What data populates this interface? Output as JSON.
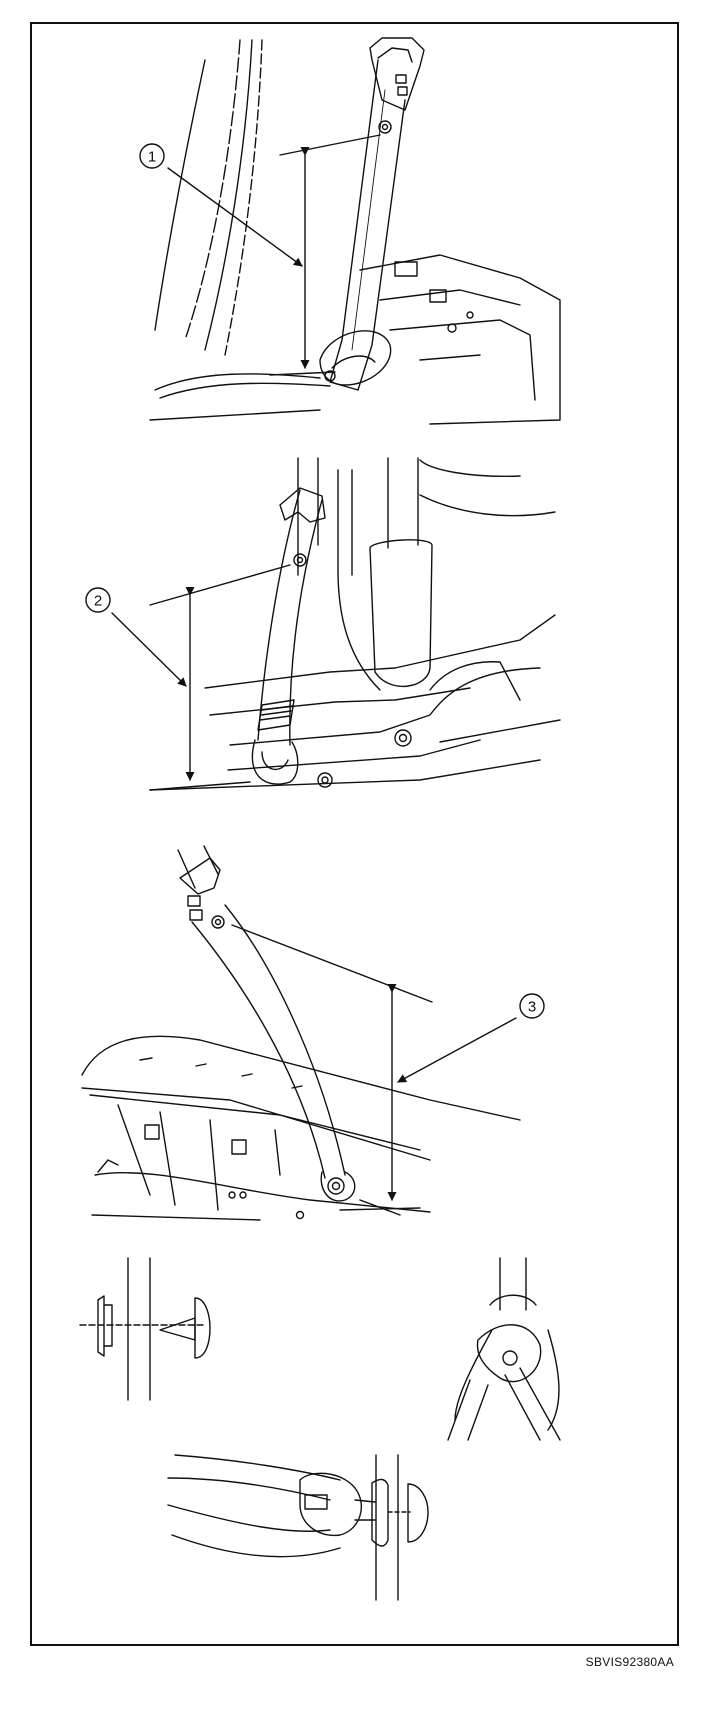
{
  "callouts": [
    "1",
    "2",
    "3"
  ],
  "figure_code": "SBVIS92380AA",
  "colors": {
    "line": "#111111",
    "background": "#ffffff"
  }
}
